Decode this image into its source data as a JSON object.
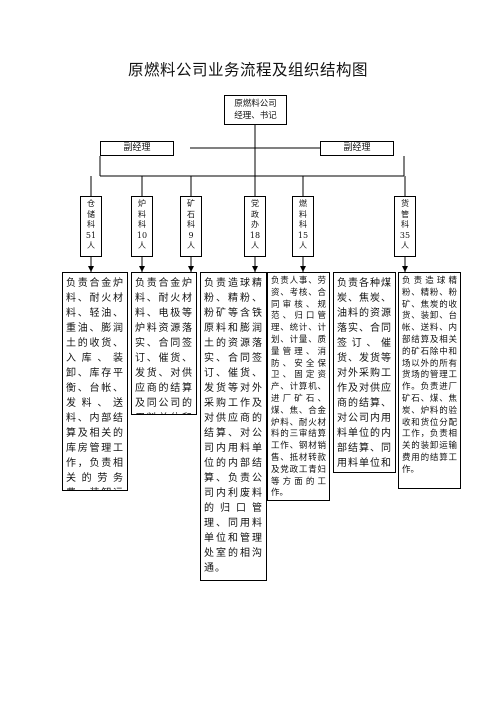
{
  "title": "原燃料公司业务流程及组织结构图",
  "top": {
    "line1": "原燃料公司",
    "line2": "经理、书记"
  },
  "managers": {
    "left": "副经理",
    "right": "副经理"
  },
  "departments": [
    {
      "chars": [
        "仓",
        "储",
        "科"
      ],
      "count": "51",
      "unit": "人"
    },
    {
      "chars": [
        "炉",
        "料",
        "科"
      ],
      "count": "10",
      "unit": "人"
    },
    {
      "chars": [
        "矿",
        "石",
        "科"
      ],
      "count": "9",
      "unit": "人"
    },
    {
      "chars": [
        "党",
        "政",
        "办"
      ],
      "count": "18",
      "unit": "人"
    },
    {
      "chars": [
        "燃",
        "料",
        "科"
      ],
      "count": "15",
      "unit": "人"
    },
    {
      "chars": [
        "货",
        "管",
        "科"
      ],
      "count": "35",
      "unit": "人"
    }
  ],
  "descriptions": [
    "负责合金炉料、耐火材料、轻油、重油、膨润土的收货、入库、装卸、库存平衡、台帐、发料、送料、内部结算及相关的库房管理工作，负责相关的劳务费、装卸运输费用的结算工作。",
    "负责合金炉料、耐火材料、电极等炉料资源落实、合同签订、催货、发货、对供应商的结算及同公司的用料单位和管理处室的相沟通。",
    "负责造球精粉、精粉、粉矿等含铁原料和膨润土的资源落实、合同签订、催货、发货等对外采购工作及对供应商的结算、对公司内用料单位的内部结算、负责公司内利废料的归口管理、同用料单位和管理处室的相沟通。",
    "负责人事、劳资、考核、合同审核、规范、归口管理、统计、计划、计量、质量管理、消防、安全保卫、固定资产、计算机、进厂矿石、煤、焦、合金炉料、耐火材料的三审结算工作、钢材销售、抵材转款及党政工青妇等方面的工作。",
    "负责各种煤炭、焦炭、油料的资源落实、合同签订、催货、发货等对外采购工作及对供应商的结算、对公司内用料单位的内部结算、同用料单位和管理处室的相沟通。",
    "负责造球精粉、精粉、粉矿、焦炭的收货、装卸、台帐、送料、内部结算及相关的矿石除中和场以外的所有货场的管理工作。负责进厂矿石、煤、焦炭、炉料的验收和货位分配工作，负责相关的装卸运输费用的结算工作。"
  ]
}
